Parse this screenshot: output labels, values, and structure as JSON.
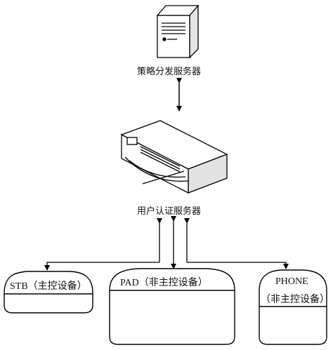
{
  "diagram": {
    "policy_server_label": "策略分发服务器",
    "auth_server_label": "用户认证服务器",
    "devices": {
      "stb": {
        "label": "STB（主控设备）"
      },
      "pad": {
        "label": "PAD（非主控设备）"
      },
      "phone": {
        "label_line1": "PHONE",
        "label_line2": "（非主控设备）"
      }
    }
  }
}
